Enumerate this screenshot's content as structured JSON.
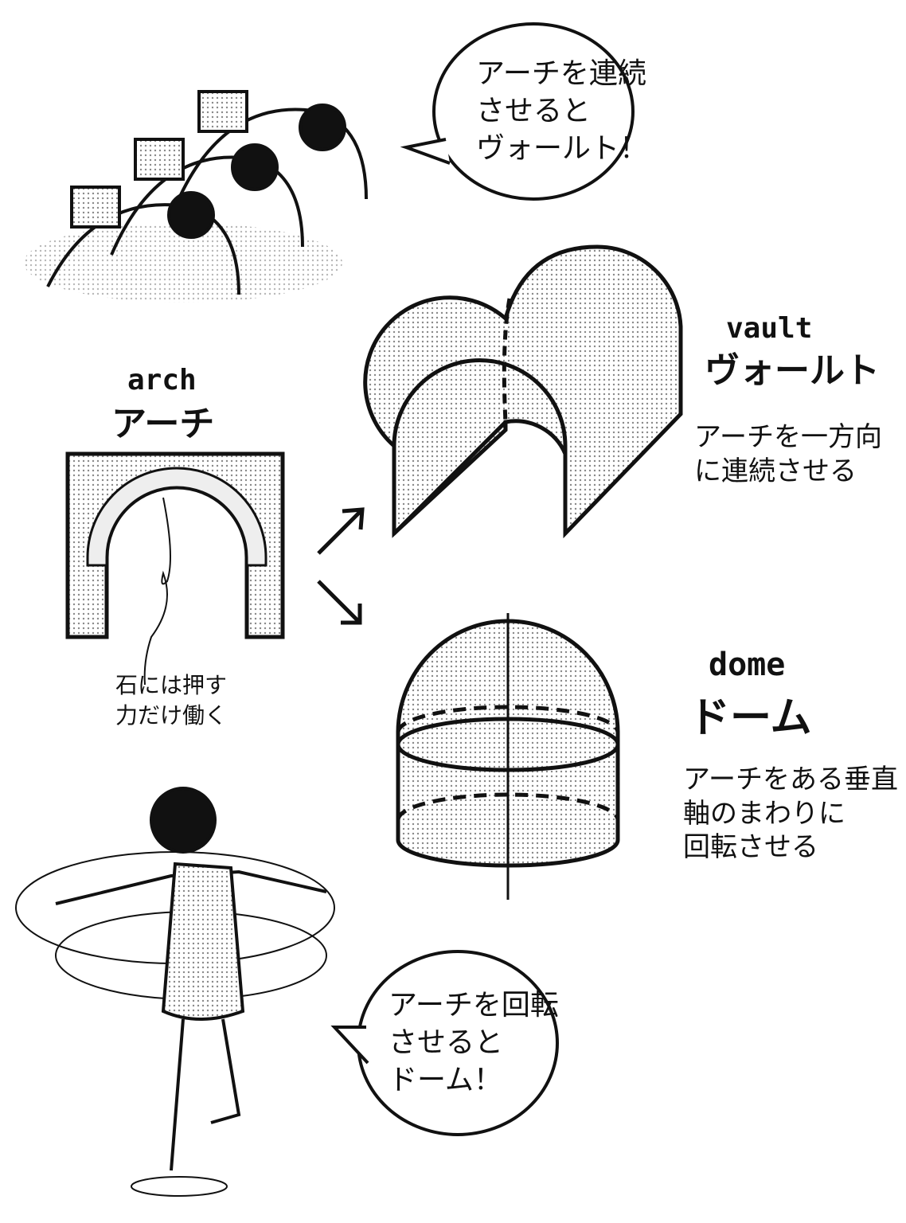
{
  "bubble_vault": {
    "lines": [
      "アーチを連続",
      "させると",
      "ヴォールト！"
    ]
  },
  "arch": {
    "title_en": "arch",
    "title_ja": "アーチ",
    "note_lines": [
      "石には押す",
      "力だけ働く"
    ]
  },
  "vault": {
    "title_en": "vault",
    "title_ja": "ヴォールト",
    "desc_lines": [
      "アーチを一方向",
      "に連続させる"
    ]
  },
  "dome": {
    "title_en": "dome",
    "title_ja": "ドーム",
    "desc_lines": [
      "アーチをある垂直",
      "軸のまわりに",
      "回転させる"
    ]
  },
  "bubble_dome": {
    "lines": [
      "アーチを回転",
      "させると",
      "ドーム！"
    ]
  },
  "colors": {
    "ink": "#111111",
    "tone": "#d8d8d8",
    "paper": "#ffffff"
  }
}
